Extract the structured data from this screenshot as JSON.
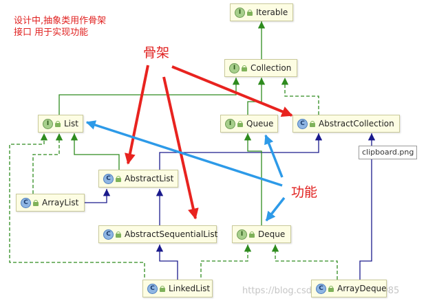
{
  "note": {
    "line1": "设计中,抽象类用作骨架",
    "line2": "接口 用于实现功能"
  },
  "labels": {
    "skeleton": "骨架",
    "function": "功能"
  },
  "tooltip": "clipboard.png",
  "watermark": "https://blog.csdn.net/qq_41693985",
  "nodes": {
    "iterable": {
      "kind": "I",
      "name": "Iterable"
    },
    "collection": {
      "kind": "I",
      "name": "Collection"
    },
    "list": {
      "kind": "I",
      "name": "List"
    },
    "queue": {
      "kind": "I",
      "name": "Queue"
    },
    "abstract_collection": {
      "kind": "C",
      "name": "AbstractCollection"
    },
    "abstract_list": {
      "kind": "C",
      "name": "AbstractList"
    },
    "array_list": {
      "kind": "C",
      "name": "ArrayList"
    },
    "abstract_sequential_list": {
      "kind": "C",
      "name": "AbstractSequentialList"
    },
    "deque": {
      "kind": "I",
      "name": "Deque"
    },
    "linked_list": {
      "kind": "C",
      "name": "LinkedList"
    },
    "array_deque": {
      "kind": "C",
      "name": "ArrayDeque"
    }
  },
  "colors": {
    "extends_interface": "#2e8b1e",
    "extends_class": "#1a1a8c",
    "annotation_red": "#e8231f",
    "annotation_blue": "#2d9ae8"
  }
}
